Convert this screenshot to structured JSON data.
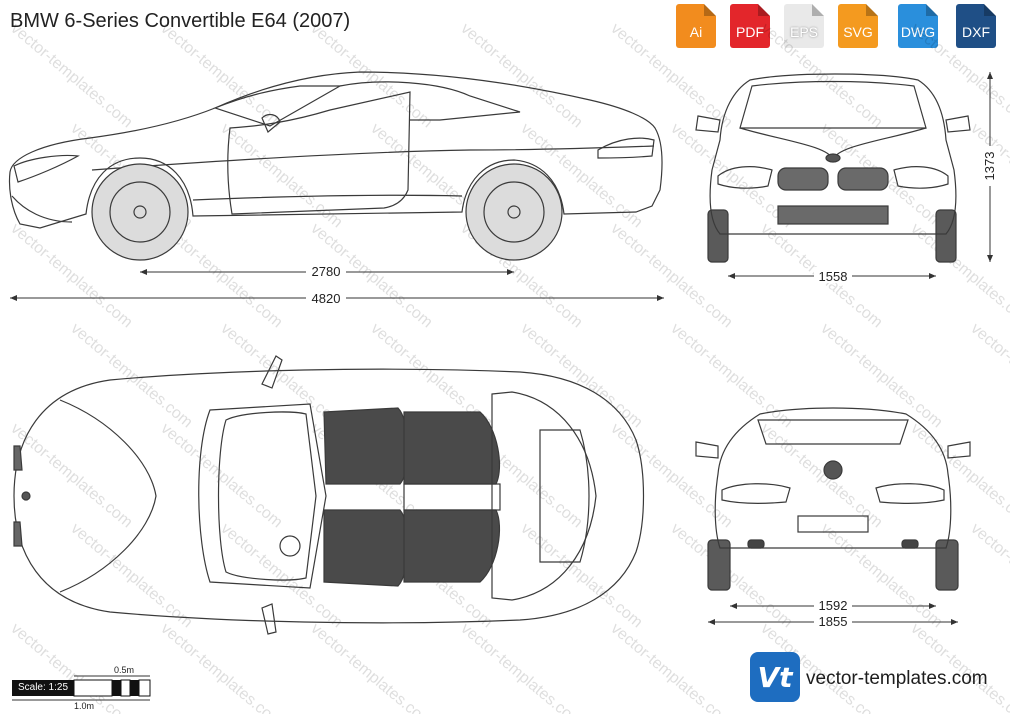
{
  "title": "BMW 6-Series Convertible E64 (2007)",
  "formats": [
    {
      "label": "Ai",
      "color": "#f28c1e"
    },
    {
      "label": "PDF",
      "color": "#e3262b"
    },
    {
      "label": "EPS",
      "color": "#e9e9e9"
    },
    {
      "label": "SVG",
      "color": "#f49a1f"
    },
    {
      "label": "DWG",
      "color": "#2a8fdc"
    },
    {
      "label": "DXF",
      "color": "#1f4f86"
    }
  ],
  "dimensions": {
    "wheelbase": "2780",
    "length": "4820",
    "height": "1373",
    "front_track": "1558",
    "rear_track": "1592",
    "width": "1855"
  },
  "scale": {
    "label": "Scale: 1:25",
    "half_meter": "0.5m",
    "one_meter": "1.0m"
  },
  "brand": {
    "logo_text": "Vt",
    "name": "vector-templates.com"
  },
  "watermark": "vector-templates.com",
  "colors": {
    "line": "#3a3a3a",
    "seat": "#4a4a4a",
    "tire": "#5a5a5a",
    "dim": "#333333"
  }
}
